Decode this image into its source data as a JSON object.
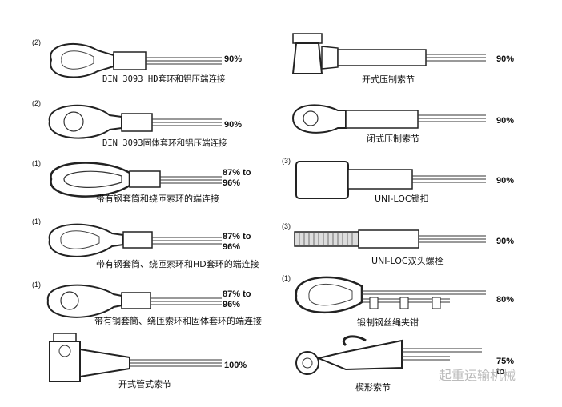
{
  "left": [
    {
      "note": "(2)",
      "pct": "90%",
      "caption": "DIN 3093 HD套环和铝压端连接",
      "mono": true,
      "type": "thimble-ferrule"
    },
    {
      "note": "(2)",
      "pct": "90%",
      "caption": "DIN 3093固体套环和铝压端连接",
      "mono": true,
      "type": "solid-ferrule"
    },
    {
      "note": "(1)",
      "pct": "87% to\n96%",
      "caption": "带有钢套筒和绕匝索环的端连接",
      "mono": false,
      "type": "loop-sleeve"
    },
    {
      "note": "(1)",
      "pct": "87% to\n96%",
      "caption": "带有钢套筒、绕匝索环和HD套环的端连接",
      "mono": false,
      "type": "thimble-sleeve"
    },
    {
      "note": "(1)",
      "pct": "87% to\n96%",
      "caption": "带有钢套筒、绕匝索环和固体套环的端连接",
      "mono": false,
      "type": "solid-sleeve"
    },
    {
      "note": "",
      "pct": "100%",
      "caption": "开式管式索节",
      "mono": false,
      "type": "open-socket"
    }
  ],
  "right": [
    {
      "note": "",
      "pct": "90%",
      "caption": "开式压制索节",
      "mono": false,
      "type": "open-swaged"
    },
    {
      "note": "",
      "pct": "90%",
      "caption": "闭式压制索节",
      "mono": false,
      "type": "closed-swaged"
    },
    {
      "note": "(3)",
      "pct": "90%",
      "caption": "UNI-LOC锁扣",
      "mono": false,
      "type": "uniloc"
    },
    {
      "note": "(3)",
      "pct": "90%",
      "caption": "UNI-LOC双头螺栓",
      "mono": false,
      "type": "uniloc-stud"
    },
    {
      "note": "(1)",
      "pct": "80%",
      "caption": "锻制钢丝绳夹钳",
      "mono": false,
      "type": "clips"
    },
    {
      "note": "",
      "pct": "75% to",
      "caption": "楔形索节",
      "mono": false,
      "type": "wedge"
    }
  ],
  "watermark": "起重运输机械"
}
